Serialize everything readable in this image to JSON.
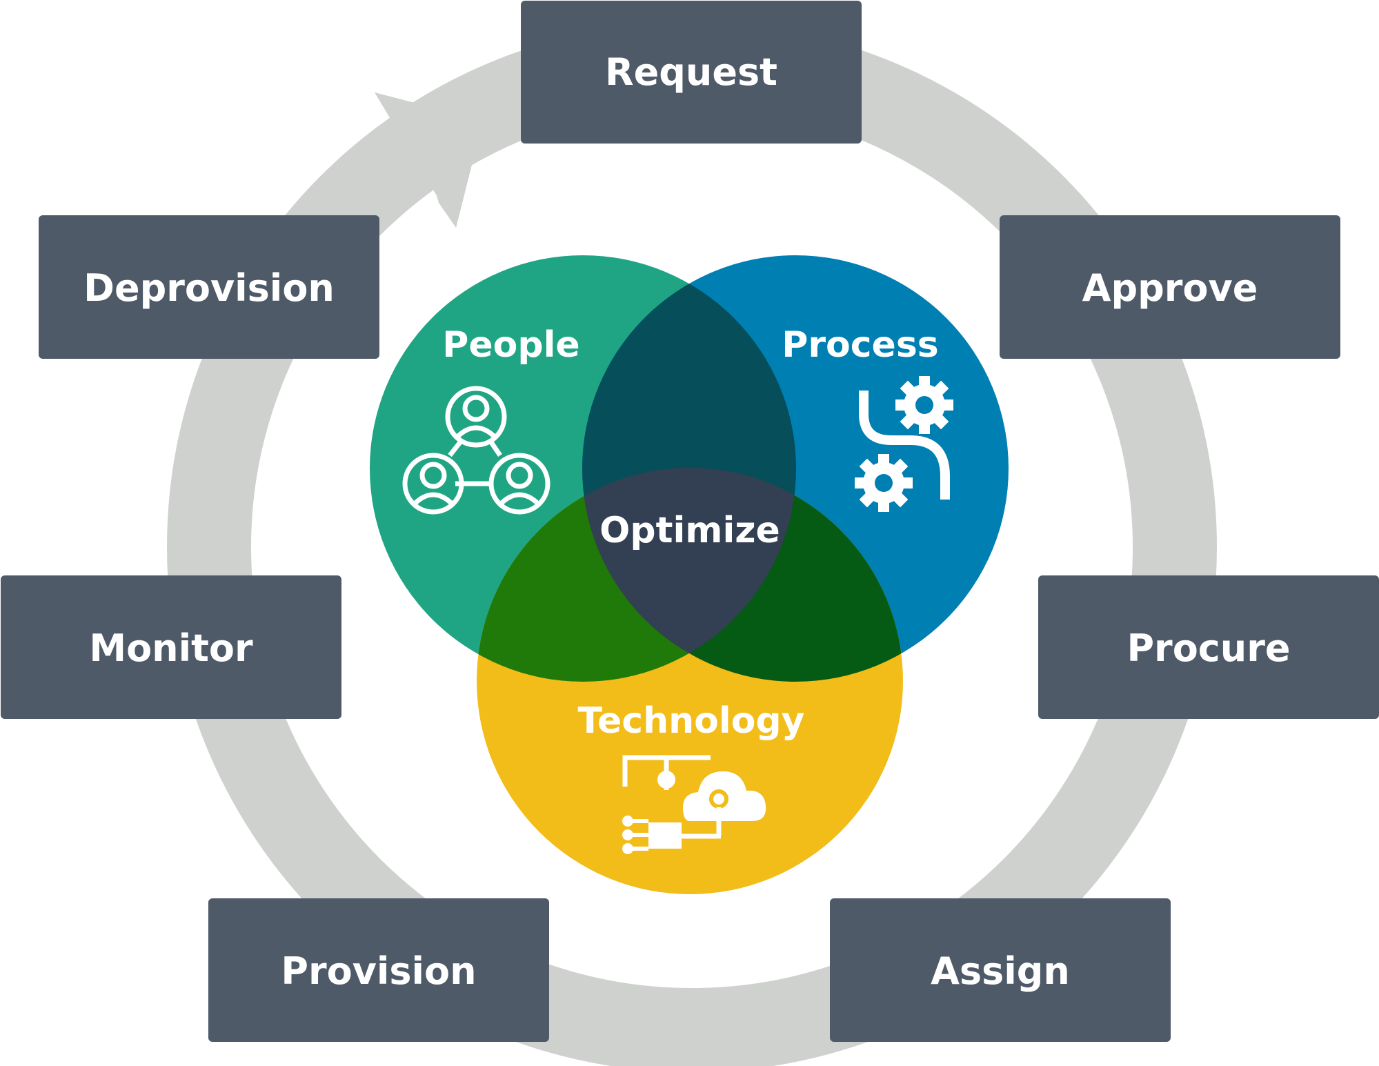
{
  "cycle_steps": {
    "request": "Request",
    "approve": "Approve",
    "procure": "Procure",
    "assign": "Assign",
    "provision": "Provision",
    "monitor": "Monitor",
    "deprovision": "Deprovision"
  },
  "venn": {
    "people": "People",
    "process": "Process",
    "technology": "Technology",
    "center": "Optimize"
  },
  "icons": {
    "people": "people-network-icon",
    "process": "process-gears-icon",
    "technology": "cloud-circuit-icon"
  },
  "colors": {
    "box": "#4e5a68",
    "ring": "#cfd1cf",
    "people": "#1fa584",
    "process": "#007fb2",
    "technology": "#f2bc19",
    "people_process": "#054e5a",
    "people_technology": "#1f7a0a",
    "process_technology": "#055a14",
    "center": "#333f52"
  }
}
